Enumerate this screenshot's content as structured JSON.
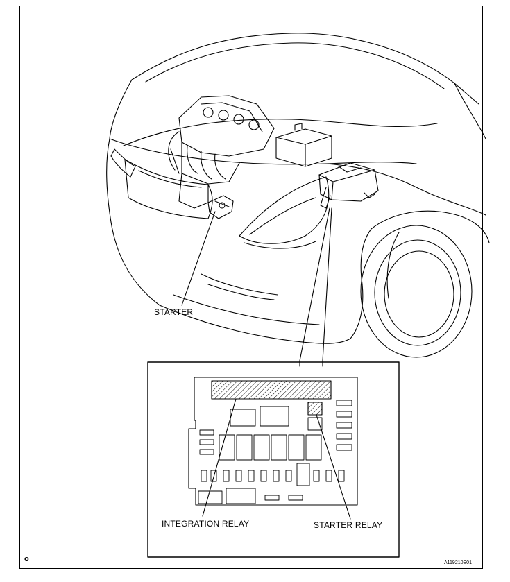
{
  "labels": {
    "starter": "STARTER",
    "integration_relay": "INTEGRATION RELAY",
    "starter_relay": "STARTER RELAY"
  },
  "footer": {
    "page_mark": "o",
    "figure_ref": "A119210E01"
  }
}
